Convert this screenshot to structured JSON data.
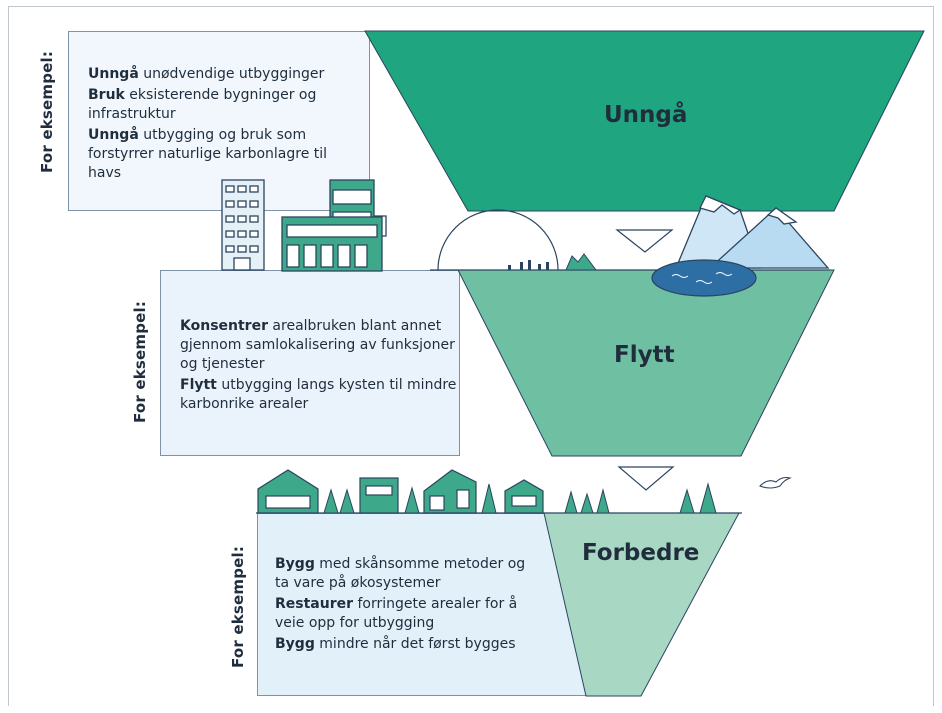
{
  "side_label": "For eksempel:",
  "sections": [
    {
      "title": "Unngå",
      "items": [
        {
          "bold": "Unngå",
          "text": " unødvendige utbygginger"
        },
        {
          "bold": "Bruk",
          "text": " eksisterende bygninger og infrastruktur"
        },
        {
          "bold": "Unngå",
          "text": " utbygging og bruk som forstyrrer naturlige karbonlagre til havs"
        }
      ]
    },
    {
      "title": "Flytt",
      "items": [
        {
          "bold": "Konsentrer",
          "text": " arealbruken blant annet gjennom samlokalisering av funksjoner og tjenester"
        },
        {
          "bold": "Flytt",
          "text": " utbygging langs kysten til mindre karbonrike arealer"
        }
      ]
    },
    {
      "title": "Forbedre",
      "items": [
        {
          "bold": "Bygg",
          "text": " med skånsomme metoder og ta vare på økosystemer"
        },
        {
          "bold": "Restaurer",
          "text": " forringete arealer for å veie opp for utbygging"
        },
        {
          "bold": "Bygg",
          "text": " mindre når det først bygges"
        }
      ]
    }
  ],
  "colors": {
    "unnga": "#1fa57f",
    "flytt": "#6fc0a3",
    "forbedre": "#a8d7c3",
    "box1": "#f1f7fc",
    "box2": "#eaf3fb",
    "box3": "#e1f0f9",
    "line": "#2b4560",
    "mountain": "#cfe6f7"
  }
}
